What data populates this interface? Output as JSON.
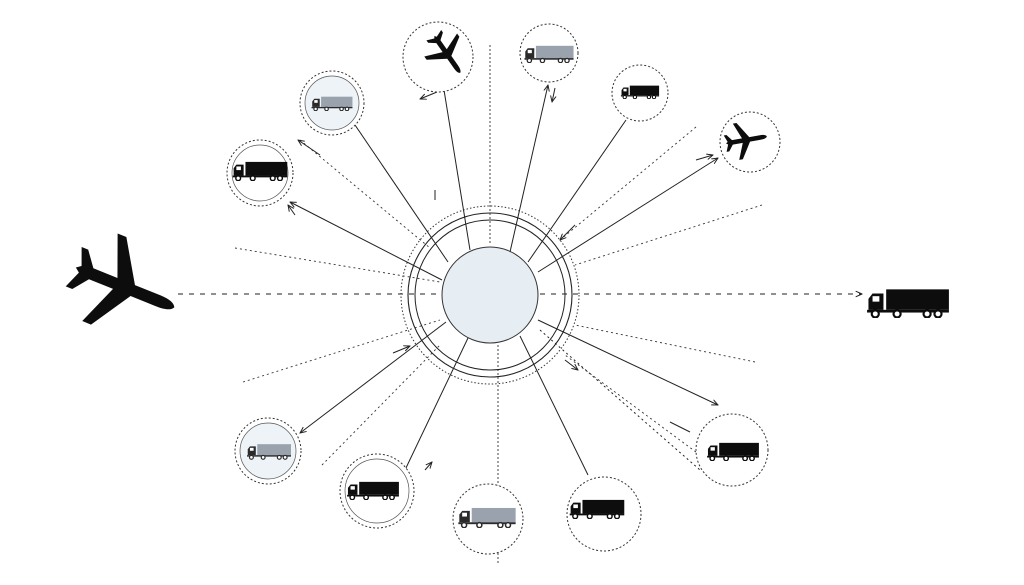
{
  "diagram": {
    "hub": {
      "icon": "hub-circle"
    },
    "nodes": [
      {
        "id": "plane-large-west",
        "icon": "plane-icon",
        "vehicle": "plane",
        "tone": "dark"
      },
      {
        "id": "truck-east",
        "icon": "truck-icon",
        "vehicle": "truck",
        "tone": "dark"
      },
      {
        "id": "plane-top",
        "icon": "plane-icon",
        "vehicle": "plane",
        "tone": "dark"
      },
      {
        "id": "truck-top",
        "icon": "truck-icon",
        "vehicle": "truck",
        "tone": "gray"
      },
      {
        "id": "truck-top-right",
        "icon": "truck-icon",
        "vehicle": "truck",
        "tone": "dark"
      },
      {
        "id": "plane-right",
        "icon": "plane-icon",
        "vehicle": "plane",
        "tone": "dark"
      },
      {
        "id": "truck-top-left",
        "icon": "truck-icon",
        "vehicle": "truck",
        "tone": "gray"
      },
      {
        "id": "truck-left",
        "icon": "truck-icon",
        "vehicle": "truck",
        "tone": "dark"
      },
      {
        "id": "truck-bottom-left",
        "icon": "truck-icon",
        "vehicle": "truck",
        "tone": "gray"
      },
      {
        "id": "truck-bottom-2",
        "icon": "truck-icon",
        "vehicle": "truck",
        "tone": "dark"
      },
      {
        "id": "truck-bottom-3",
        "icon": "truck-icon",
        "vehicle": "truck",
        "tone": "gray"
      },
      {
        "id": "truck-bottom-4",
        "icon": "truck-icon",
        "vehicle": "truck",
        "tone": "dark"
      },
      {
        "id": "truck-bottom-right",
        "icon": "truck-icon",
        "vehicle": "truck",
        "tone": "dark"
      }
    ],
    "colors": {
      "dark": "#0d0d0d",
      "gray": "#9aa3ad",
      "hub_fill": "#e6edf3",
      "line": "#222222"
    }
  }
}
